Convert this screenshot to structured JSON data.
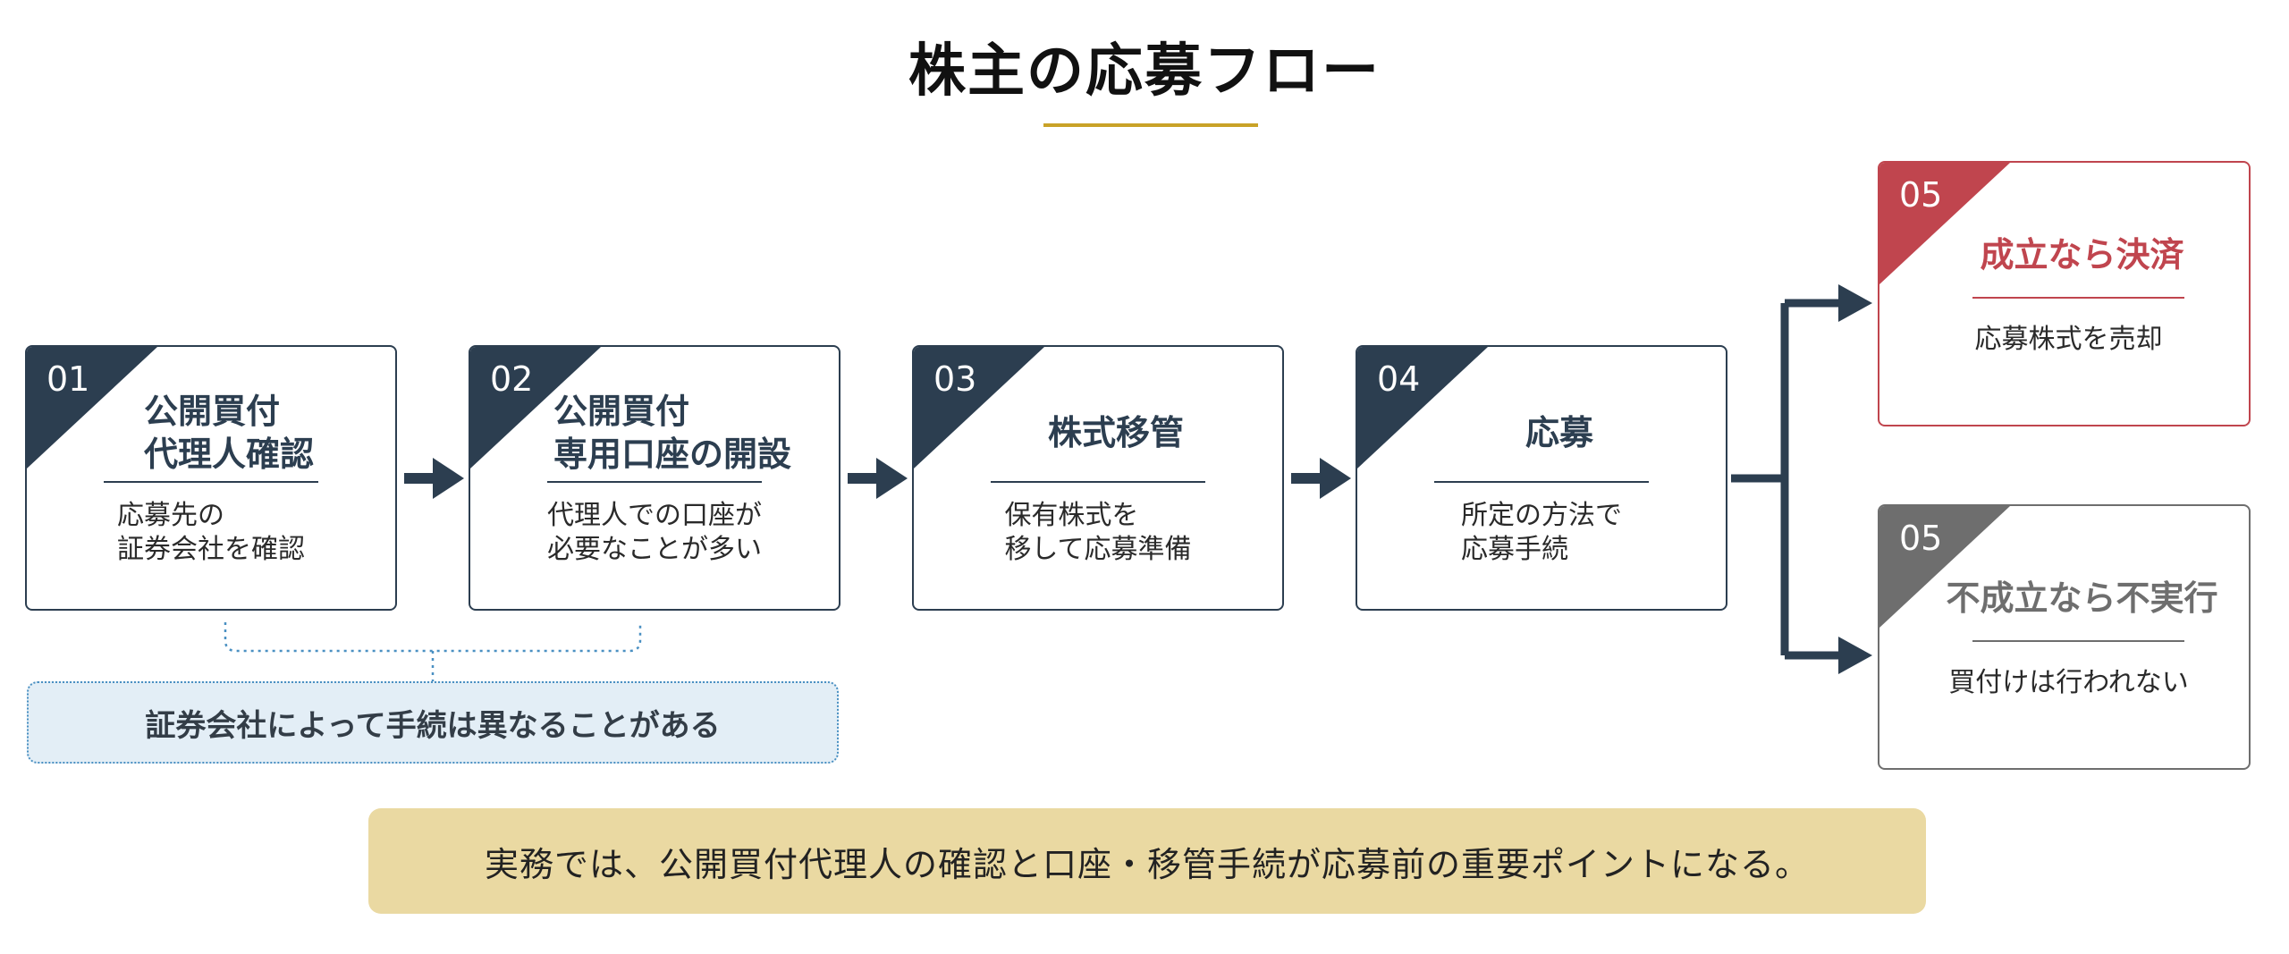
{
  "title": "株主の応募フロー",
  "colors": {
    "navy": "#2c3e50",
    "accent_gold": "#c9a227",
    "success_red": "#c0454e",
    "fail_gray": "#6e6e6e",
    "note_bg": "#e3eef6",
    "summary_bg": "#ead9a2"
  },
  "steps": [
    {
      "number": "01",
      "heading": "公開買付\n代理人確認",
      "body": "応募先の\n証券会社を確認"
    },
    {
      "number": "02",
      "heading": "公開買付\n専用口座の開設",
      "body": "代理人での口座が\n必要なことが多い"
    },
    {
      "number": "03",
      "heading": "株式移管",
      "body": "保有株式を\n移して応募準備"
    },
    {
      "number": "04",
      "heading": "応募",
      "body": "所定の方法で\n応募手続"
    }
  ],
  "outcomes": [
    {
      "number": "05",
      "heading": "成立なら決済",
      "body": "応募株式を売却",
      "color": "#c0454e"
    },
    {
      "number": "05",
      "heading": "不成立なら不実行",
      "body": "買付けは行われない",
      "color": "#6e6e6e"
    }
  ],
  "note": "証券会社によって手続は異なることがある",
  "summary": "実務では、公開買付代理人の確認と口座・移管手続が応募前の重要ポイントになる。"
}
